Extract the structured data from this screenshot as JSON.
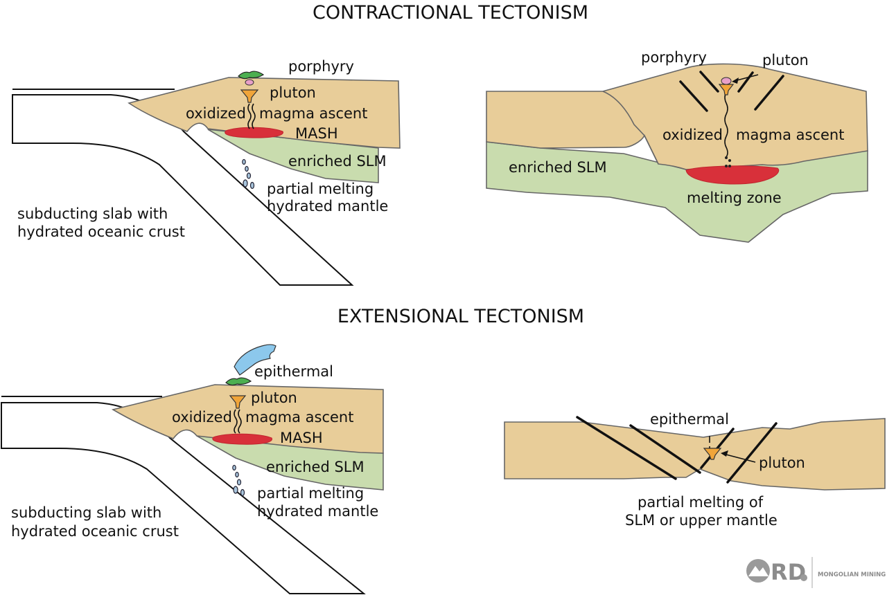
{
  "titles": {
    "contractional": "CONTRACTIONAL TECTONISM",
    "extensional": "EXTENSIONAL TECTONISM"
  },
  "panel_a": {
    "porphyry": "porphyry",
    "pluton": "pluton",
    "oxidized": "oxidized",
    "magma_ascent": "magma ascent",
    "mash": "MASH",
    "enriched_slm": "enriched SLM",
    "partial_melting": "partial melting",
    "hydrated_mantle": "hydrated mantle",
    "slab_line1": "subducting slab with",
    "slab_line2": "hydrated oceanic crust"
  },
  "panel_b": {
    "porphyry": "porphyry",
    "pluton": "pluton",
    "oxidized": "oxidized",
    "magma_ascent": "magma ascent",
    "enriched_slm": "enriched SLM",
    "melting_zone": "melting zone"
  },
  "panel_c": {
    "epithermal": "epithermal",
    "pluton": "pluton",
    "oxidized": "oxidized",
    "magma_ascent": "magma ascent",
    "mash": "MASH",
    "enriched_slm": "enriched SLM",
    "partial_melting": "partial melting",
    "hydrated_mantle": "hydrated mantle",
    "slab_line1": "subducting slab with",
    "slab_line2": "hydrated oceanic crust"
  },
  "panel_d": {
    "epithermal": "epithermal",
    "pluton": "pluton",
    "melting_line1": "partial melting of",
    "melting_line2": "SLM or upper mantle"
  },
  "logo": {
    "mark": "RD",
    "company": "MONGOLIAN MINING"
  },
  "colors": {
    "crust": "#e8cd99",
    "slm": "#c9dcae",
    "mash": "#d8303a",
    "pluton": "#f0a53a",
    "porphyry": "#e8a0c8",
    "epithermal": "#8cc8ec"
  }
}
